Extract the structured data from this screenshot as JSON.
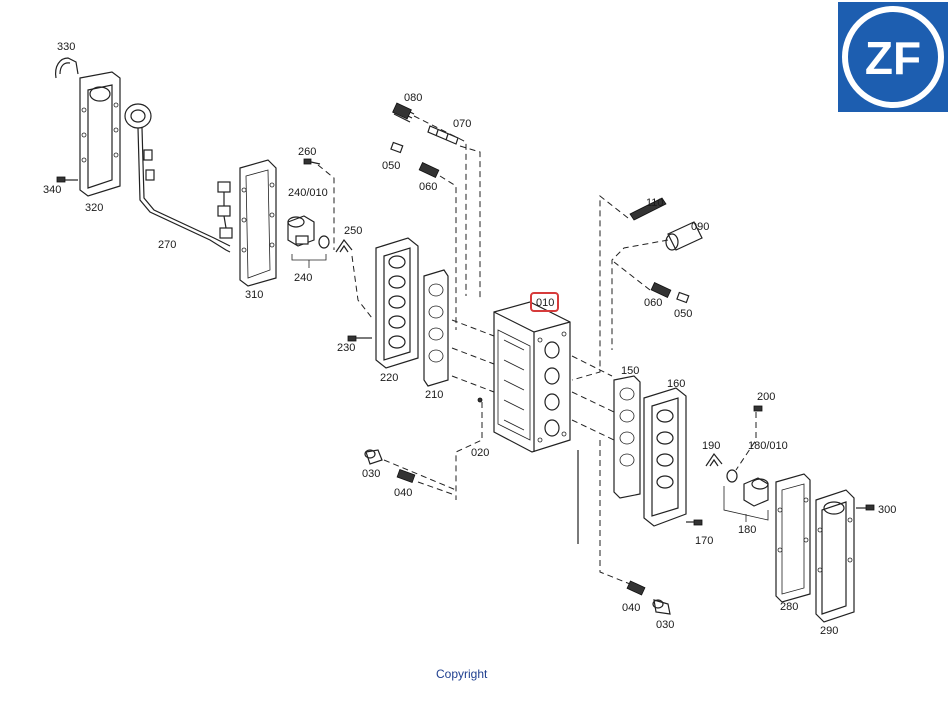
{
  "brand": {
    "logo_text": "ZF",
    "logo_color": "#1d5eb0"
  },
  "highlight": {
    "label": "010",
    "color": "#d63b3b"
  },
  "footer": {
    "copyright": "Copyright"
  },
  "labels": {
    "p330": "330",
    "p340": "340",
    "p320": "320",
    "p270": "270",
    "p310": "310",
    "p260": "260",
    "p240_010": "240/010",
    "p250": "250",
    "p240": "240",
    "p230": "230",
    "p220": "220",
    "p210": "210",
    "p080": "080",
    "p070": "070",
    "p050a": "050",
    "p060a": "060",
    "p110": "110",
    "p090": "090",
    "p060b": "060",
    "p050b": "050",
    "p150": "150",
    "p160": "160",
    "p200": "200",
    "p190": "190",
    "p180_010": "180/010",
    "p180": "180",
    "p170": "170",
    "p020": "020",
    "p030a": "030",
    "p040a": "040",
    "p040b": "040",
    "p030b": "030",
    "p280": "280",
    "p290": "290",
    "p300": "300"
  }
}
